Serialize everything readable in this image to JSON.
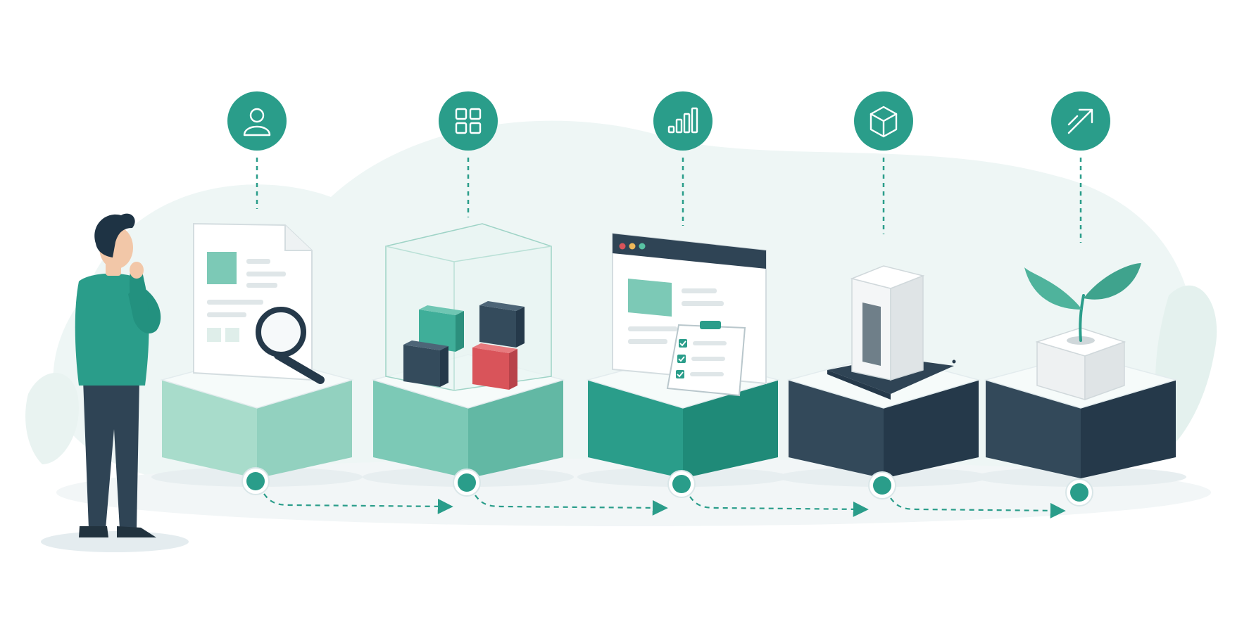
{
  "colors": {
    "teal": "#2a9d8a",
    "teal_dark": "#1f8a78",
    "teal_light": "#a8dccb",
    "teal_mid": "#7cc9b6",
    "navy": "#33495a",
    "navy_dark": "#25394a",
    "red": "#d9545a",
    "blob": "#eef6f5",
    "shadow": "#e7eef0"
  },
  "stages": [
    {
      "icon": "user-icon",
      "illustration": "document-magnifier",
      "pedestal_tone": "light-teal"
    },
    {
      "icon": "grid-icon",
      "illustration": "glass-cube-blocks",
      "pedestal_tone": "mid-teal"
    },
    {
      "icon": "bar-chart-icon",
      "illustration": "browser-checklist",
      "pedestal_tone": "teal"
    },
    {
      "icon": "cube-icon",
      "illustration": "product-box",
      "pedestal_tone": "navy"
    },
    {
      "icon": "arrow-up-right-icon",
      "illustration": "sprout-plant",
      "pedestal_tone": "navy"
    }
  ],
  "person": {
    "pose": "thinking"
  }
}
